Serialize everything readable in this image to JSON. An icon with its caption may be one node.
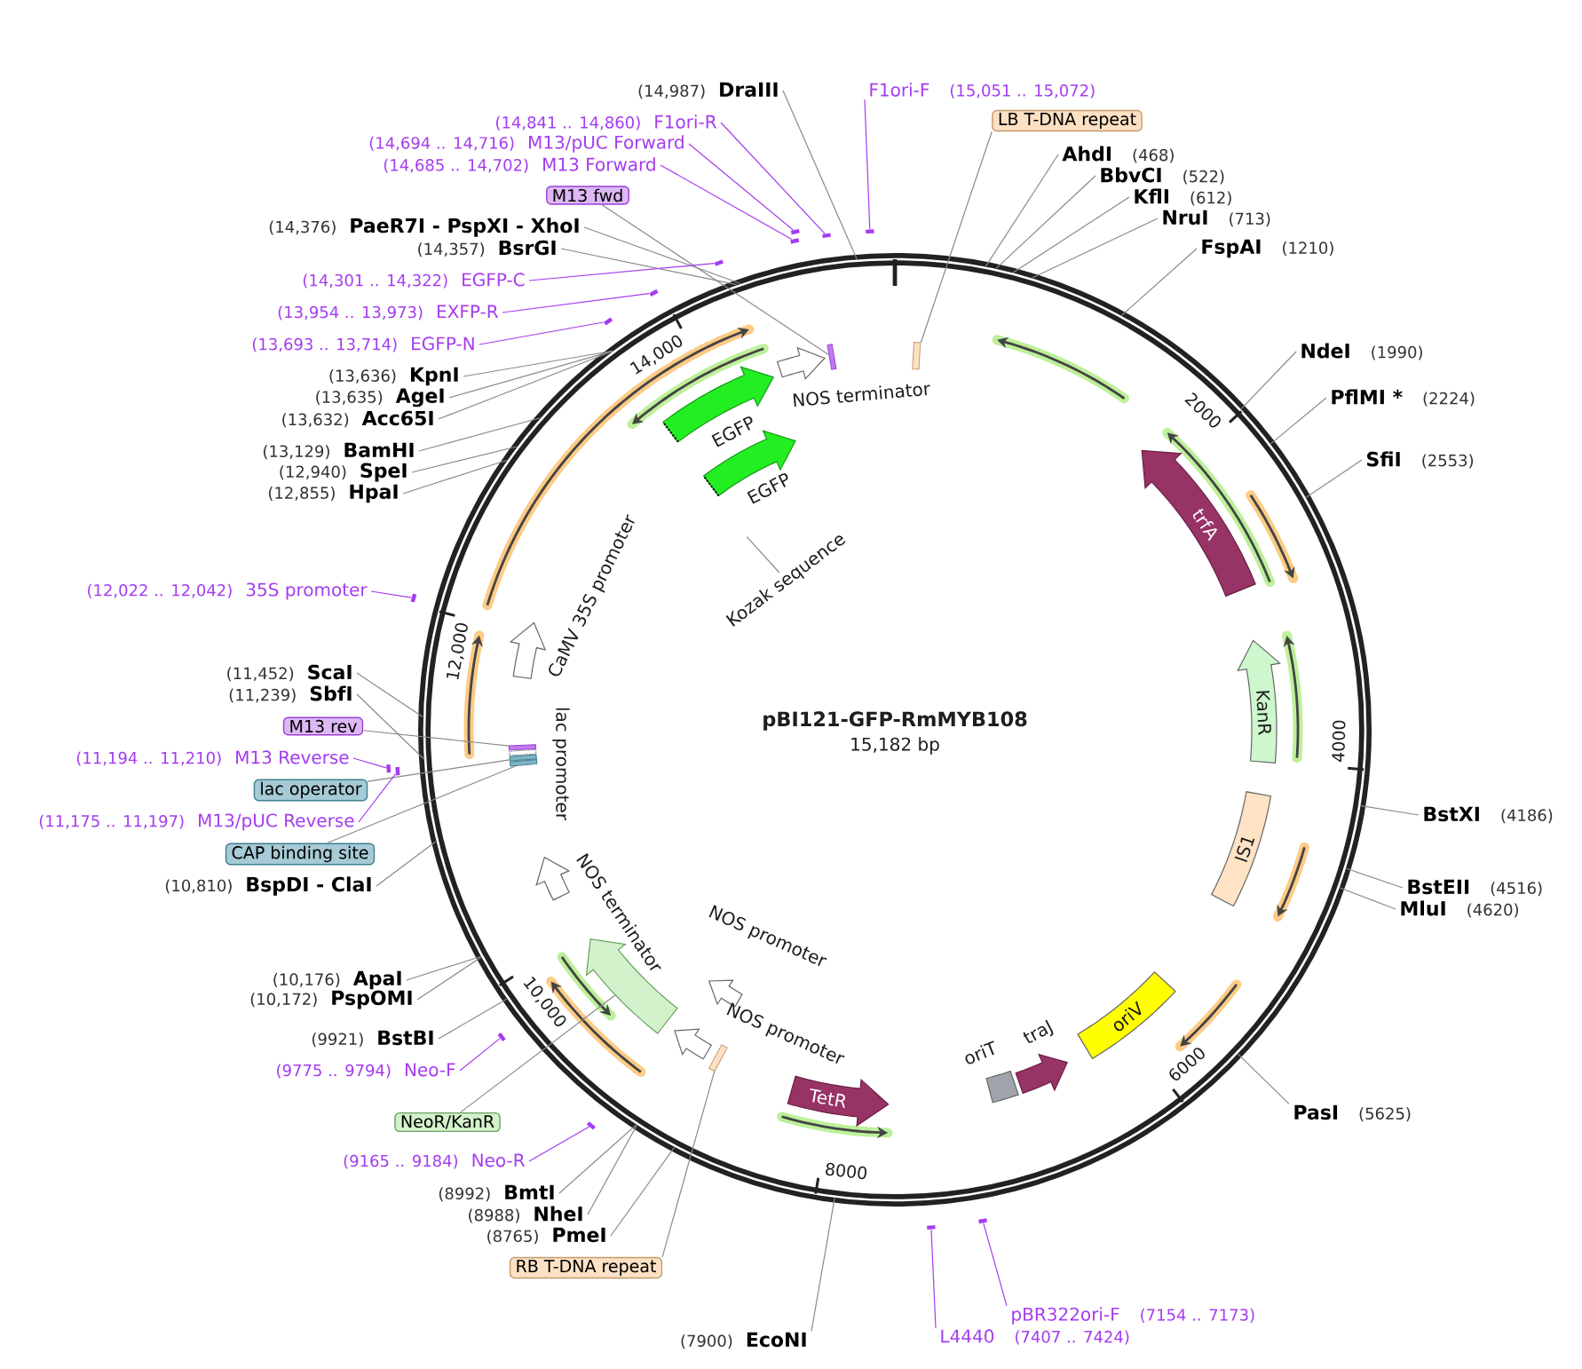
{
  "diagram": {
    "title": "pBI121-GFP-RmMYB108",
    "nodes": [
      {
        "text": [
          "(14,987)",
          "DraIII"
        ]
      },
      {
        "text": [
          "(14,841 .. 14,860)",
          "F1ori-R"
        ]
      },
      {
        "text": [
          "(14,694 .. 14,716)",
          "M13/pUC Forward"
        ]
      },
      {
        "text": [
          "(14,685 .. 14,702)",
          "M13 Forward"
        ]
      },
      {
        "text": [
          "M13 fwd"
        ]
      },
      {
        "text": [
          "(14,376)",
          "PaeR7I - PspXI - XhoI"
        ]
      },
      {
        "text": [
          "(14,357)",
          "BsrGI"
        ]
      },
      {
        "text": [
          "(14,301 .. 14,322)",
          "EGFP-C"
        ]
      },
      {
        "text": [
          "(13,954 .. 13,973)",
          "EXFP-R"
        ]
      },
      {
        "text": [
          "(13,693 .. 13,714)",
          "EGFP-N"
        ]
      },
      {
        "text": [
          "(13,636)",
          "KpnI"
        ]
      },
      {
        "text": [
          "(13,635)",
          "AgeI"
        ]
      },
      {
        "text": [
          "(13,632)",
          "Acc65I"
        ]
      },
      {
        "text": [
          "(13,129)",
          "BamHI"
        ]
      },
      {
        "text": [
          "(12,940)",
          "SpeI"
        ]
      },
      {
        "text": [
          "(12,855)",
          "HpaI"
        ]
      },
      {
        "text": [
          "(12,022 .. 12,042)",
          "35S promoter"
        ]
      },
      {
        "text": [
          "(11,452)",
          "ScaI"
        ]
      },
      {
        "text": [
          "(11,239)",
          "SbfI"
        ]
      },
      {
        "text": [
          "M13 rev"
        ]
      },
      {
        "text": [
          "(11,194 .. 11,210)",
          "M13 Reverse"
        ]
      },
      {
        "text": [
          "lac operator"
        ]
      },
      {
        "text": [
          "(11,175 .. 11,197)",
          "M13/pUC Reverse"
        ]
      },
      {
        "text": [
          "CAP binding site"
        ]
      },
      {
        "text": [
          "(10,810)",
          "BspDI - ClaI"
        ]
      },
      {
        "text": [
          "(10,176)",
          "ApaI"
        ]
      },
      {
        "text": [
          "(10,172)",
          "PspOMI"
        ]
      },
      {
        "text": [
          "(9921)",
          "BstBI"
        ]
      },
      {
        "text": [
          "(9775 .. 9794)",
          "Neo-F"
        ]
      },
      {
        "text": [
          "NeoR/KanR"
        ]
      },
      {
        "text": [
          "(9165 .. 9184)",
          "Neo-R"
        ]
      },
      {
        "text": [
          "(8992)",
          "BmtI"
        ]
      },
      {
        "text": [
          "(8988)",
          "NheI"
        ]
      },
      {
        "text": [
          "(8765)",
          "PmeI"
        ]
      },
      {
        "text": [
          "RB T-DNA repeat"
        ]
      },
      {
        "text": [
          "(7900)",
          "EcoNI"
        ]
      },
      {
        "text": [
          "F1ori-F",
          "(15,051 .. 15,072)"
        ]
      },
      {
        "text": [
          "LB T-DNA repeat"
        ]
      },
      {
        "text": [
          "AhdI",
          "(468)"
        ]
      },
      {
        "text": [
          "BbvCI",
          "(522)"
        ]
      },
      {
        "text": [
          "KflI",
          "(612)"
        ]
      },
      {
        "text": [
          "NruI",
          "(713)"
        ]
      },
      {
        "text": [
          "FspAI",
          "(1210)"
        ]
      },
      {
        "text": [
          "NdeI",
          "(1990)"
        ]
      },
      {
        "text": [
          "PflMI *",
          "(2224)"
        ]
      },
      {
        "text": [
          "SfiI",
          "(2553)"
        ]
      },
      {
        "text": [
          "BstXI",
          "(4186)"
        ]
      },
      {
        "text": [
          "BstEII",
          "(4516)"
        ]
      },
      {
        "text": [
          "MluI",
          "(4620)"
        ]
      },
      {
        "text": [
          "PasI",
          "(5625)"
        ]
      },
      {
        "text": [
          "pBR322ori-F",
          "(7154 .. 7173)"
        ]
      },
      {
        "text": [
          "L4440",
          "(7407 .. 7424)"
        ]
      },
      {
        "text": [],
        "shape": "box"
      },
      {
        "text": [],
        "shape": "box"
      },
      {
        "text": [
          "NOS terminator"
        ]
      },
      {
        "text": [
          "EGFP"
        ]
      },
      {
        "text": [
          "EGFP"
        ]
      },
      {
        "text": [
          "Kozak sequence"
        ]
      },
      {
        "text": [
          "trfA"
        ]
      },
      {
        "text": [
          "KanR"
        ]
      },
      {
        "text": [
          "IS1"
        ]
      },
      {
        "text": [
          "CaMV 35S promoter"
        ]
      },
      {
        "text": [],
        "shape": "box"
      },
      {
        "text": [
          "lac promoter"
        ]
      },
      {
        "text": [],
        "shape": "box"
      },
      {
        "text": [],
        "shape": "box"
      },
      {
        "text": [
          "NOS terminator"
        ]
      },
      {
        "text": [
          "NOS promoter"
        ]
      },
      {
        "text": [],
        "shape": "arrow"
      },
      {
        "text": [
          "NOS promoter"
        ]
      },
      {
        "text": [],
        "shape": "box"
      },
      {
        "text": [
          "TetR"
        ]
      },
      {
        "text": [
          "oriT"
        ]
      },
      {
        "text": [
          "traJ"
        ]
      },
      {
        "text": [
          "oriV"
        ]
      },
      {
        "text": [],
        "shape": "bar"
      },
      {
        "text": [],
        "shape": "bar"
      },
      {
        "text": [],
        "shape": "bar"
      },
      {
        "text": [],
        "shape": "bar"
      },
      {
        "text": [],
        "shape": "bar"
      },
      {
        "text": [],
        "shape": "bar"
      },
      {
        "text": [],
        "shape": "bar"
      },
      {
        "text": [],
        "shape": "bar"
      },
      {
        "text": [],
        "shape": "bar"
      },
      {
        "text": [],
        "shape": "bar"
      },
      {
        "text": [],
        "shape": "bar"
      },
      {
        "text": [],
        "shape": "bar"
      },
      {
        "text": [],
        "shape": "bar"
      },
      {
        "text": [],
        "shape": "bar"
      }
    ],
    "edges": [
      {
        "from": 0,
        "to": null,
        "arrow": "none"
      },
      {
        "from": 1,
        "to": 75,
        "arrow": "none",
        "color": "#a43cef"
      },
      {
        "from": 2,
        "to": 76,
        "arrow": "none",
        "color": "#a43cef"
      },
      {
        "from": 3,
        "to": 77,
        "arrow": "none",
        "color": "#a43cef"
      },
      {
        "from": 4,
        "to": 52,
        "arrow": "none"
      },
      {
        "from": 5,
        "to": null,
        "arrow": "none"
      },
      {
        "from": 6,
        "to": null,
        "arrow": "none"
      },
      {
        "from": 7,
        "to": 78,
        "arrow": "none",
        "color": "#a43cef"
      },
      {
        "from": 8,
        "to": 79,
        "arrow": "none",
        "color": "#a43cef"
      },
      {
        "from": 9,
        "to": 80,
        "arrow": "none",
        "color": "#a43cef"
      },
      {
        "from": 10,
        "to": null,
        "arrow": "none"
      },
      {
        "from": 11,
        "to": null,
        "arrow": "none"
      },
      {
        "from": 12,
        "to": null,
        "arrow": "none"
      },
      {
        "from": 13,
        "to": null,
        "arrow": "none"
      },
      {
        "from": 14,
        "to": null,
        "arrow": "none"
      },
      {
        "from": 15,
        "to": null,
        "arrow": "none"
      },
      {
        "from": 16,
        "to": 81,
        "arrow": "none",
        "color": "#a43cef"
      },
      {
        "from": 17,
        "to": null,
        "arrow": "none"
      },
      {
        "from": 18,
        "to": null,
        "arrow": "none"
      },
      {
        "from": 19,
        "to": 62,
        "arrow": "none"
      },
      {
        "from": 20,
        "to": 82,
        "arrow": "none",
        "color": "#a43cef"
      },
      {
        "from": 21,
        "to": 64,
        "arrow": "none"
      },
      {
        "from": 22,
        "to": 83,
        "arrow": "none",
        "color": "#a43cef"
      },
      {
        "from": 23,
        "to": 65,
        "arrow": "none"
      },
      {
        "from": 24,
        "to": null,
        "arrow": "none"
      },
      {
        "from": 25,
        "to": null,
        "arrow": "none"
      },
      {
        "from": 26,
        "to": null,
        "arrow": "none"
      },
      {
        "from": 27,
        "to": null,
        "arrow": "none"
      },
      {
        "from": 28,
        "to": 84,
        "arrow": "none",
        "color": "#a43cef"
      },
      {
        "from": 29,
        "to": 68,
        "arrow": "none"
      },
      {
        "from": 30,
        "to": 85,
        "arrow": "none",
        "color": "#a43cef"
      },
      {
        "from": 31,
        "to": null,
        "arrow": "none"
      },
      {
        "from": 32,
        "to": null,
        "arrow": "none"
      },
      {
        "from": 33,
        "to": null,
        "arrow": "none"
      },
      {
        "from": 34,
        "to": 70,
        "arrow": "none"
      },
      {
        "from": 35,
        "to": null,
        "arrow": "none"
      },
      {
        "from": 36,
        "to": 86,
        "arrow": "none",
        "color": "#a43cef"
      },
      {
        "from": 37,
        "to": 53,
        "arrow": "none"
      },
      {
        "from": 38,
        "to": null,
        "arrow": "none"
      },
      {
        "from": 39,
        "to": null,
        "arrow": "none"
      },
      {
        "from": 40,
        "to": null,
        "arrow": "none"
      },
      {
        "from": 41,
        "to": null,
        "arrow": "none"
      },
      {
        "from": 42,
        "to": null,
        "arrow": "none"
      },
      {
        "from": 43,
        "to": null,
        "arrow": "none"
      },
      {
        "from": 44,
        "to": null,
        "arrow": "none"
      },
      {
        "from": 45,
        "to": null,
        "arrow": "none"
      },
      {
        "from": 46,
        "to": null,
        "arrow": "none"
      },
      {
        "from": 47,
        "to": null,
        "arrow": "none"
      },
      {
        "from": 48,
        "to": null,
        "arrow": "none"
      },
      {
        "from": 49,
        "to": null,
        "arrow": "none"
      },
      {
        "from": 50,
        "to": 87,
        "arrow": "none",
        "color": "#a43cef"
      },
      {
        "from": 51,
        "to": 88,
        "arrow": "none",
        "color": "#a43cef"
      },
      {
        "from": 57,
        "to": null,
        "arrow": "none"
      }
    ],
    "labels": [
      "14,000",
      "2000",
      "12,000",
      "15,182 bp",
      "4000",
      "10,000",
      "6000",
      "8000"
    ]
  }
}
